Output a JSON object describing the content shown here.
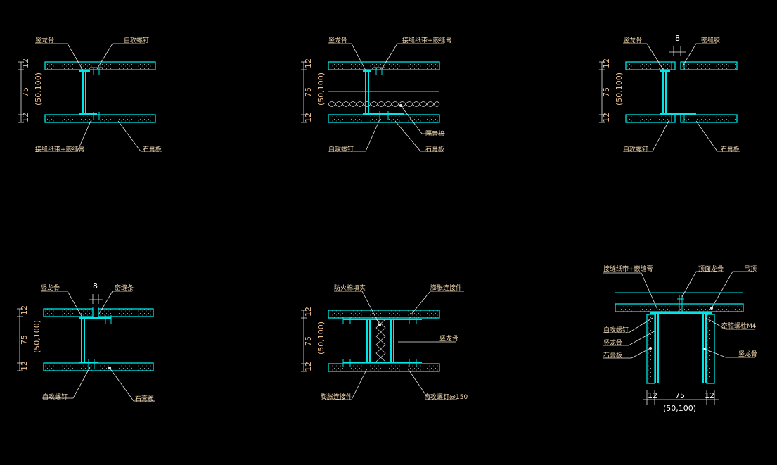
{
  "background": "#000000",
  "colors": {
    "outline": "#00e5e5",
    "leader": "#e8e8e8",
    "label": "#f2d8b0",
    "dimension": "#f0c090"
  },
  "dims": {
    "board": "12",
    "stud": "75",
    "stud_alt": "(50,100)",
    "gap": "8"
  },
  "detail1": {
    "stud": "竖龙骨",
    "screw": "自攻螺钉",
    "tape": "接缝纸带+嵌缝膏",
    "board": "石膏板"
  },
  "detail2": {
    "stud": "竖龙骨",
    "tape": "接缝纸带+嵌缝膏",
    "insulation": "隔音棉",
    "screw": "自攻螺钉",
    "board": "石膏板"
  },
  "detail3": {
    "stud": "竖龙骨",
    "sealant": "密缝胶",
    "screw": "自攻螺钉",
    "board": "石膏板"
  },
  "detail4": {
    "stud": "竖龙骨",
    "sealant": "密缝条",
    "screw": "自攻螺钉",
    "board": "石膏板"
  },
  "detail5": {
    "fire": "防火棉填实",
    "connector_top": "膨胀连接件",
    "stud": "竖龙骨",
    "connector_bottom": "膨胀连接件",
    "screw": "自攻螺钉@150"
  },
  "detail6": {
    "tape": "接缝纸带+嵌缝膏",
    "ceiling_stud": "顶面龙骨",
    "top": "吊顶",
    "screw": "自攻螺钉",
    "stud": "竖龙骨",
    "board": "石膏板",
    "anchor": "空腔螺栓M4",
    "stud_right": "竖龙骨"
  }
}
